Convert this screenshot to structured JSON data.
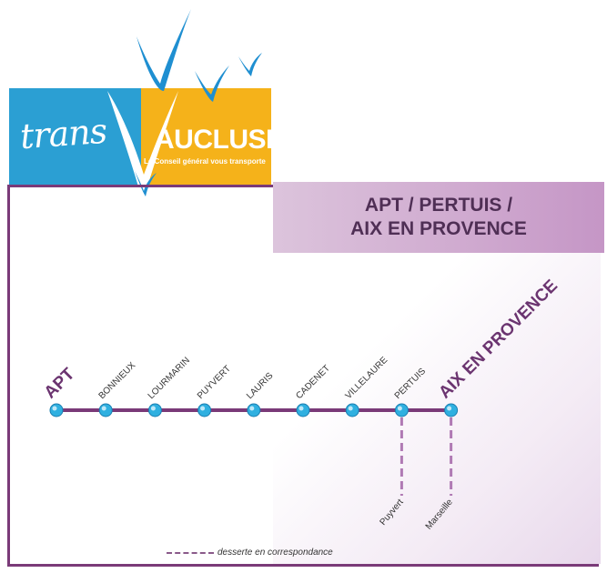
{
  "logo": {
    "trans": "trans",
    "brand": "AUCLUSE",
    "tagline": "Le Conseil général vous transporte",
    "colors": {
      "blue": "#2b9fd3",
      "yellow": "#f5b21a",
      "v_mark": "#1f8fd1"
    }
  },
  "title": {
    "line1": "APT / PERTUIS /",
    "line2": "AIX EN PROVENCE"
  },
  "route": {
    "line_color": "#7a3a78",
    "stop_color": "#2fb0e0",
    "stops": [
      {
        "name": "APT",
        "terminus": true
      },
      {
        "name": "BONNIEUX",
        "terminus": false
      },
      {
        "name": "LOURMARIN",
        "terminus": false
      },
      {
        "name": "PUYVERT",
        "terminus": false
      },
      {
        "name": "LAURIS",
        "terminus": false
      },
      {
        "name": "CADENET",
        "terminus": false
      },
      {
        "name": "VILLELAURE",
        "terminus": false
      },
      {
        "name": "PERTUIS",
        "terminus": false
      },
      {
        "name": "AIX EN PROVENCE",
        "terminus": true
      }
    ],
    "connections": [
      {
        "from": "PERTUIS",
        "label": "Puyvert"
      },
      {
        "from": "AIX EN PROVENCE",
        "label": "Marseille"
      }
    ]
  },
  "legend": {
    "label": "desserte en correspondance"
  }
}
